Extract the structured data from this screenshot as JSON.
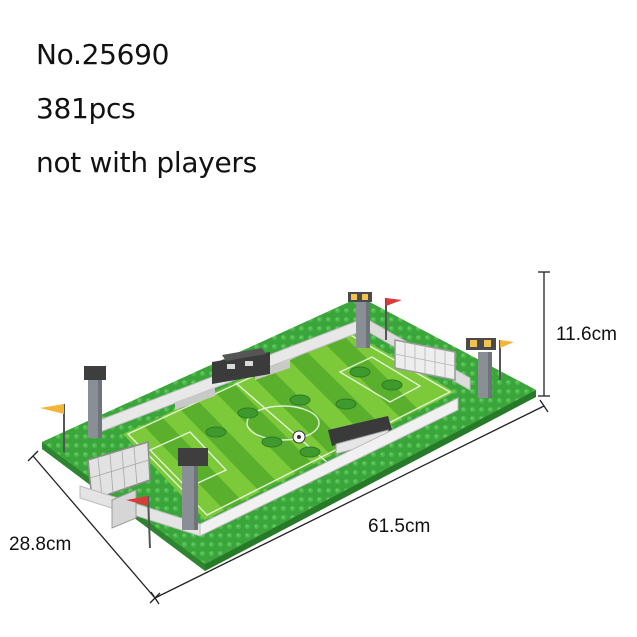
{
  "product": {
    "model_number": "No.25690",
    "piece_count": "381pcs",
    "note": "not with players"
  },
  "dimensions": {
    "height": "11.6cm",
    "width": "28.8cm",
    "length": "61.5cm"
  },
  "colors": {
    "baseplate": "#3aa53a",
    "pitch_light": "#7cc93a",
    "pitch_dark": "#5ab02c",
    "wall": "#f2f2f2",
    "light_tower": "#8a8f96"
  }
}
